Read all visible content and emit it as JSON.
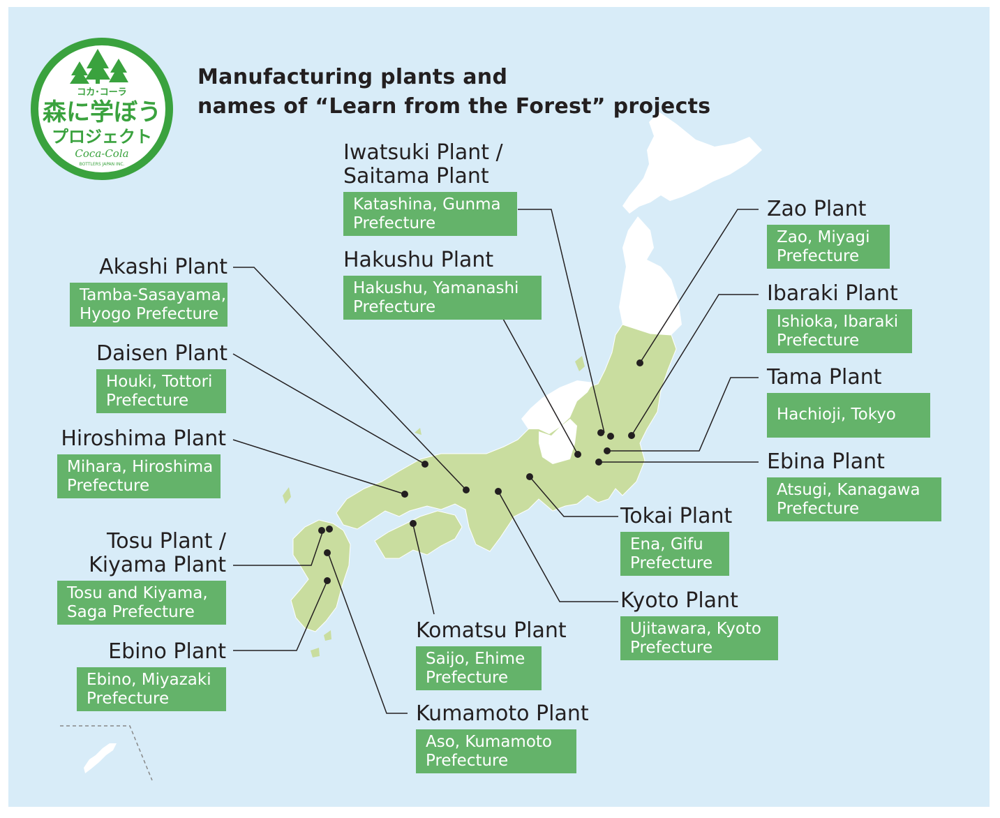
{
  "title": {
    "line1": "Manufacturing plants and",
    "line2": "names of “Learn from the Forest” projects"
  },
  "logo": {
    "top_text": "コカ･コーラ",
    "main_line1": "森に学ぼう",
    "main_line2": "プロジェクト",
    "brand": "Coca-Cola",
    "brand_sub": "BOTTLERS JAPAN INC."
  },
  "plants": [
    {
      "id": "iwatsuki",
      "name_lines": [
        "Iwatsuki Plant /",
        "Saitama Plant"
      ],
      "location_lines": [
        "Katashina, Gunma",
        "Prefecture"
      ]
    },
    {
      "id": "hakushu",
      "name_lines": [
        "Hakushu Plant"
      ],
      "location_lines": [
        "Hakushu, Yamanashi",
        "Prefecture"
      ]
    },
    {
      "id": "akashi",
      "name_lines": [
        "Akashi Plant"
      ],
      "location_lines": [
        "Tamba-Sasayama,",
        "Hyogo Prefecture"
      ]
    },
    {
      "id": "daisen",
      "name_lines": [
        "Daisen Plant"
      ],
      "location_lines": [
        "Houki, Tottori",
        "Prefecture"
      ]
    },
    {
      "id": "hiroshima",
      "name_lines": [
        "Hiroshima Plant"
      ],
      "location_lines": [
        "Mihara, Hiroshima",
        "Prefecture"
      ]
    },
    {
      "id": "tosu",
      "name_lines": [
        "Tosu Plant /",
        "Kiyama Plant"
      ],
      "location_lines": [
        "Tosu and Kiyama,",
        "Saga Prefecture"
      ]
    },
    {
      "id": "ebino",
      "name_lines": [
        "Ebino Plant"
      ],
      "location_lines": [
        "Ebino, Miyazaki",
        "Prefecture"
      ]
    },
    {
      "id": "zao",
      "name_lines": [
        "Zao Plant"
      ],
      "location_lines": [
        "Zao, Miyagi",
        "Prefecture"
      ]
    },
    {
      "id": "ibaraki",
      "name_lines": [
        "Ibaraki Plant"
      ],
      "location_lines": [
        "Ishioka, Ibaraki",
        "Prefecture"
      ]
    },
    {
      "id": "tama",
      "name_lines": [
        "Tama Plant"
      ],
      "location_lines": [
        "Hachioji, Tokyo"
      ]
    },
    {
      "id": "ebina",
      "name_lines": [
        "Ebina Plant"
      ],
      "location_lines": [
        "Atsugi, Kanagawa",
        "Prefecture"
      ]
    },
    {
      "id": "tokai",
      "name_lines": [
        "Tokai Plant"
      ],
      "location_lines": [
        "Ena, Gifu",
        "Prefecture"
      ]
    },
    {
      "id": "kyoto",
      "name_lines": [
        "Kyoto Plant"
      ],
      "location_lines": [
        "Ujitawara, Kyoto",
        "Prefecture"
      ]
    },
    {
      "id": "komatsu",
      "name_lines": [
        "Komatsu Plant"
      ],
      "location_lines": [
        "Saijo, Ehime",
        "Prefecture"
      ]
    },
    {
      "id": "kumamoto",
      "name_lines": [
        "Kumamoto Plant"
      ],
      "location_lines": [
        "Aso, Kumamoto",
        "Prefecture"
      ]
    }
  ],
  "colors": {
    "sea": "#d8ecf8",
    "land_highlight": "#c9dd9f",
    "land_other": "#ffffff",
    "label_box": "#64b36a",
    "logo_green": "#3aa23e",
    "text": "#231f20"
  }
}
